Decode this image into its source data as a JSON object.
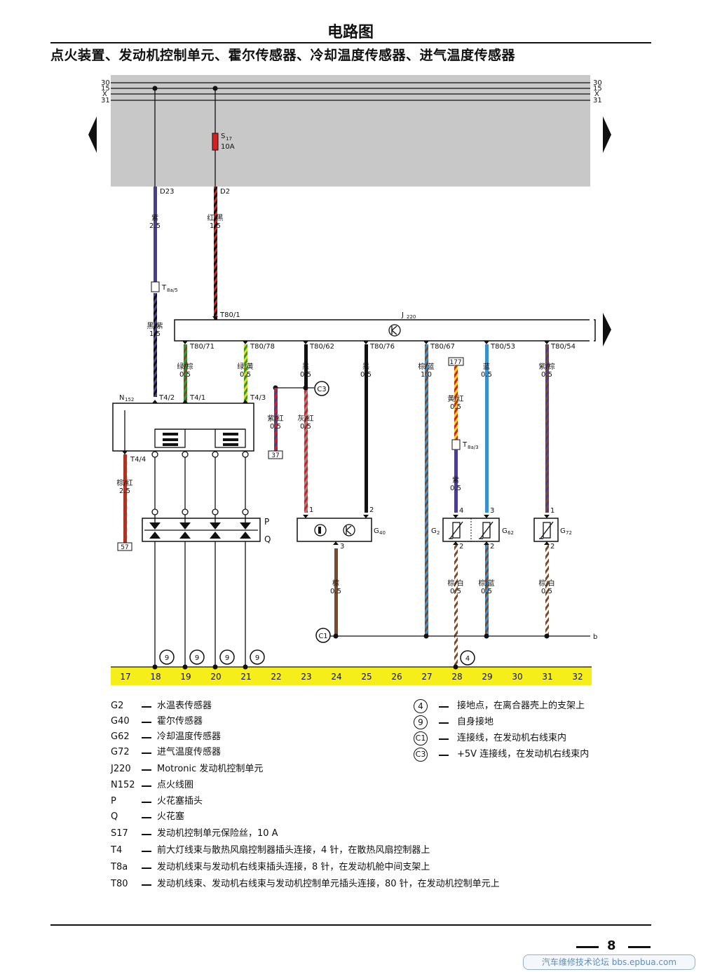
{
  "header": {
    "title": "电路图",
    "subtitle": "点火装置、发动机控制单元、霍尔传感器、冷却温度传感器、进气温度传感器"
  },
  "colors": {
    "relay_panel": "#c8c8c8",
    "ground_bus": "#f5ee1a",
    "wire_purple": "#4a3f8f",
    "wire_red": "#d42020",
    "wire_black": "#111111",
    "wire_green": "#2a9a3a",
    "wire_yellow": "#e8d820",
    "wire_brown": "#7a4a2a",
    "wire_blue": "#3a8fd0",
    "wire_gray": "#8a8a8a",
    "wire_white": "#ffffff"
  },
  "diagram": {
    "rails": [
      "30",
      "15",
      "X",
      "31"
    ],
    "fuse": {
      "name": "S",
      "sub": "17",
      "rating": "10A"
    },
    "connectors": {
      "d23": "D23",
      "d2": "D2",
      "t8a5_main": "T",
      "t8a5_sub": "8a/5",
      "t8a3_main": "T",
      "t8a3_sub": "8a/3",
      "t80_1": "T80/1",
      "t80_71": "T80/71",
      "t80_78": "T80/78",
      "t80_62": "T80/62",
      "t80_76": "T80/76",
      "t80_67": "T80/67",
      "t80_53": "T80/53",
      "t80_54": "T80/54",
      "t4_2": "T4/2",
      "t4_1": "T4/1",
      "t4_3": "T4/3",
      "t4_4": "T4/4"
    },
    "components": {
      "j220_main": "J",
      "j220_sub": "220",
      "n152_main": "N",
      "n152_sub": "152",
      "g40_main": "G",
      "g40_sub": "40",
      "g2_main": "G",
      "g2_sub": "2",
      "g62_main": "G",
      "g62_sub": "62",
      "g72_main": "G",
      "g72_sub": "72",
      "p": "P",
      "q": "Q"
    },
    "wires": {
      "w_d23_color": "紫",
      "w_d23_size": "2.5",
      "w_d2_color": "红/黑",
      "w_d2_size": "1.5",
      "w_t8a5_color": "黑/紫",
      "w_t8a5_size": "1.5",
      "w_71_color": "绿/棕",
      "w_71_size": "0.5",
      "w_78_color": "绿/黄",
      "w_78_size": "0.5",
      "w_62_color": "黑",
      "w_62_size": "0.5",
      "w_76_color": "黑",
      "w_76_size": "0.5",
      "w_67_color": "棕/蓝",
      "w_67_size": "1.0",
      "w_53_color": "蓝",
      "w_53_size": "0.5",
      "w_54_color": "紫/棕",
      "w_54_size": "0.5",
      "w_yr_color": "黄/红",
      "w_yr_size": "0.5",
      "w_p_color": "紫",
      "w_p_size": "0.5",
      "w_vr_color": "紫/红",
      "w_vr_size": "0.5",
      "w_gr_color": "灰/红",
      "w_gr_size": "0.5",
      "w_br_color": "棕/红",
      "w_br_size": "2.5",
      "w_g40_color": "棕",
      "w_g40_size": "0.5",
      "w_g2_color": "棕/白",
      "w_g2_size": "0.5",
      "w_g62_color": "棕/蓝",
      "w_g62_size": "0.5",
      "w_g72_color": "棕/白",
      "w_g72_size": "0.5"
    },
    "refs": {
      "ref_177": "177",
      "ref_37": "37",
      "ref_57": "57",
      "c3": "C3",
      "c1": "C1",
      "g9": "9",
      "g4": "4",
      "b": "b"
    },
    "pins": {
      "g40_1": "1",
      "g40_2": "2",
      "g40_3": "3",
      "g2_4": "4",
      "g2_2": "2",
      "g62_3": "3",
      "g62_2": "2",
      "g72_1": "1",
      "g72_2": "2"
    },
    "bus_numbers": [
      "17",
      "18",
      "19",
      "20",
      "21",
      "22",
      "23",
      "24",
      "25",
      "26",
      "27",
      "28",
      "29",
      "30",
      "31",
      "32"
    ]
  },
  "legend_left": [
    {
      "code": "G2",
      "desc": "水温表传感器"
    },
    {
      "code": "G40",
      "desc": "霍尔传感器"
    },
    {
      "code": "G62",
      "desc": "冷却温度传感器"
    },
    {
      "code": "G72",
      "desc": "进气温度传感器"
    },
    {
      "code": "J220",
      "desc": "Motronic 发动机控制单元"
    },
    {
      "code": "N152",
      "desc": "点火线圈"
    },
    {
      "code": "P",
      "desc": "火花塞插头"
    },
    {
      "code": "Q",
      "desc": "火花塞"
    },
    {
      "code": "S17",
      "desc": "发动机控制单元保险丝，10 A"
    },
    {
      "code": "T4",
      "desc": "前大灯线束与散热风扇控制器插头连接，4 针，在散热风扇控制器上"
    },
    {
      "code": "T8a",
      "desc": "发动机线束与发动机右线束插头连接，8 针，在发动机舱中间支架上"
    },
    {
      "code": "T80",
      "desc": "发动机线束、发动机右线束与发动机控制单元插头连接，80 针，在发动机控制单元上"
    }
  ],
  "legend_right": [
    {
      "mark": "4",
      "desc": "接地点，在离合器壳上的支架上"
    },
    {
      "mark": "9",
      "desc": "自身接地"
    },
    {
      "mark": "C1",
      "desc": "连接线，在发动机右线束内"
    },
    {
      "mark": "C3",
      "desc": "+5V 连接线，在发动机右线束内"
    }
  ],
  "footer": {
    "page_number": "8",
    "watermark": "汽车维修技术论坛 bbs.epbua.com"
  }
}
